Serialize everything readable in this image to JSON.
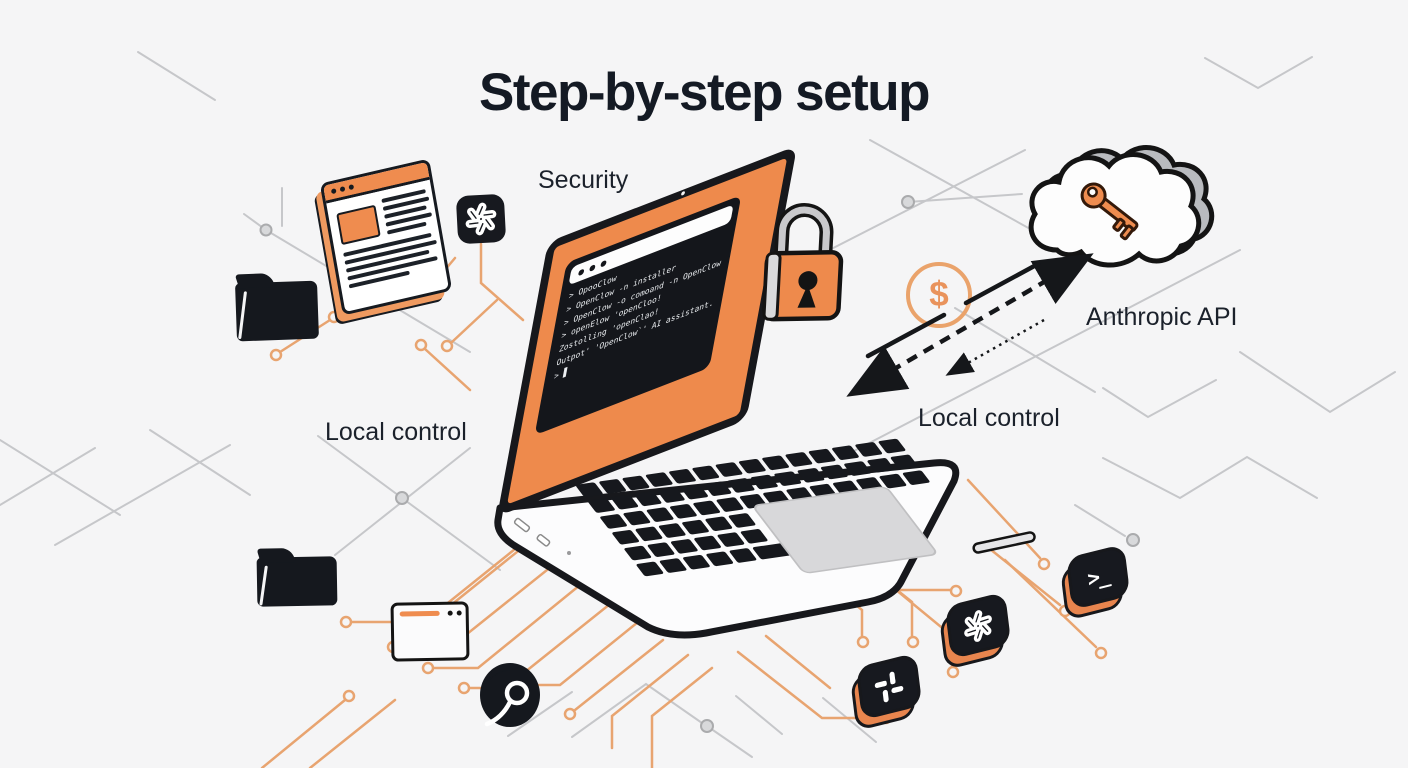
{
  "page": {
    "title": "Step-by-step setup"
  },
  "labels": {
    "security": "Security",
    "anthropic_api": "Anthropic API",
    "local_control_left": "Local control",
    "local_control_right": "Local control"
  },
  "laptop": {
    "terminal": {
      "lines": [
        "> OpooClow",
        "> OpenClow -n installer",
        "> OpenClow -o comoand -n OpenClow",
        "> openElow 'openCloo!",
        "Zostolling 'openClao!",
        "Outpot' 'OpenClow`' AI assistant.",
        ">"
      ],
      "cursor": "▋"
    }
  },
  "icons": {
    "dollar_sign": "$",
    "terminal_prompt": ">_",
    "names": [
      "browser-window-icon",
      "openai-logo-icon",
      "folder-icon",
      "padlock-icon",
      "cloud-key-icon",
      "dollar-icon",
      "chrome-icon",
      "terminal-app-icon",
      "slack-icon"
    ]
  },
  "colors": {
    "accent_orange": "#ee8a4c",
    "trace_orange": "#e8a470",
    "trace_gray": "#c6c7ca",
    "ink": "#161b24",
    "terminal_bg": "#14161b",
    "cloud_gray": "#b9bbbf"
  }
}
